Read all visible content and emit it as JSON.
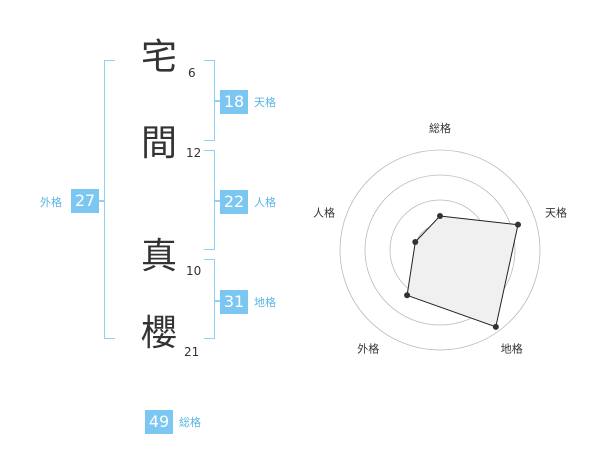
{
  "name": {
    "chars": [
      {
        "char": "宅",
        "strokes": "6"
      },
      {
        "char": "間",
        "strokes": "12"
      },
      {
        "char": "真",
        "strokes": "10"
      },
      {
        "char": "櫻",
        "strokes": "21"
      }
    ]
  },
  "scores": {
    "tenkaku": {
      "value": "18",
      "label": "天格"
    },
    "jinkaku": {
      "value": "22",
      "label": "人格"
    },
    "chikaku": {
      "value": "31",
      "label": "地格"
    },
    "gaikaku": {
      "value": "27",
      "label": "外格"
    },
    "soukaku": {
      "value": "49",
      "label": "総格"
    }
  },
  "radar": {
    "axes": [
      "総格",
      "天格",
      "地格",
      "外格",
      "人格"
    ],
    "values": [
      0.34,
      0.82,
      0.95,
      0.56,
      0.26
    ],
    "colors": {
      "ring": "#bbbbbb",
      "fill": "#f0f0f0",
      "line": "#222222",
      "point": "#333333"
    }
  }
}
